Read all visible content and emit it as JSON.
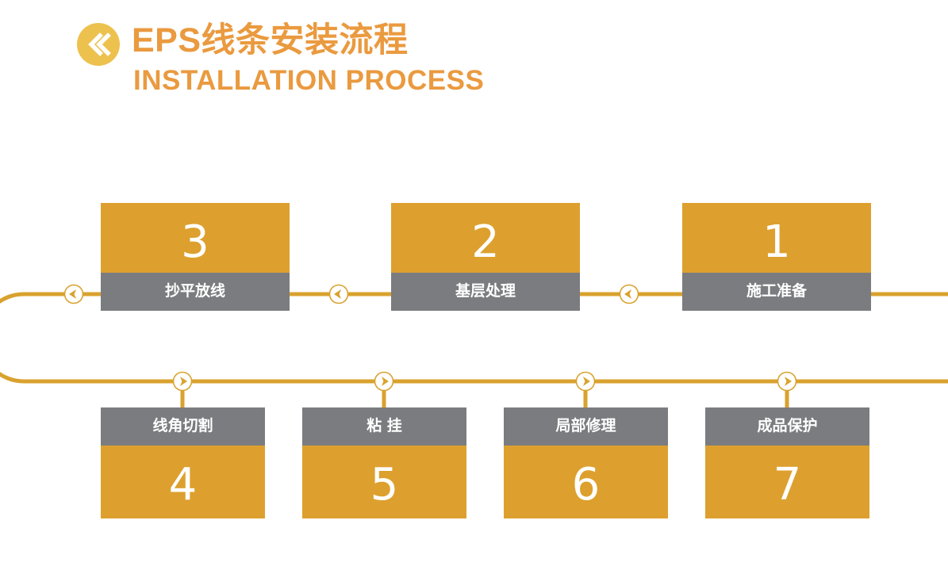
{
  "header": {
    "icon": "double-chevron-left-icon",
    "title_cn": "EPS线条安装流程",
    "title_en": "INSTALLATION PROCESS"
  },
  "colors": {
    "orange_fill": "#dda02e",
    "gray_fill": "#7b7c7f",
    "title_orange": "#ea9a3f",
    "line_orange": "#d9a22e",
    "icon_circle": "#edc14e",
    "text_white": "#ffffff",
    "background": "#ffffff"
  },
  "flow": {
    "top_row": [
      {
        "number": "3",
        "label": "抄平放线"
      },
      {
        "number": "2",
        "label": "基层处理"
      },
      {
        "number": "1",
        "label": "施工准备"
      }
    ],
    "bottom_row": [
      {
        "number": "4",
        "label": "线角切割"
      },
      {
        "number": "5",
        "label": "粘 挂"
      },
      {
        "number": "6",
        "label": "局部修理"
      },
      {
        "number": "7",
        "label": "成品保护"
      }
    ],
    "top_arrows": [
      {
        "name": "arrow-left-top-1",
        "direction": "left"
      },
      {
        "name": "arrow-left-top-2",
        "direction": "left"
      },
      {
        "name": "arrow-left-top-3",
        "direction": "left"
      }
    ],
    "bottom_arrows": [
      {
        "name": "arrow-right-bottom-1",
        "direction": "right"
      },
      {
        "name": "arrow-right-bottom-2",
        "direction": "right"
      },
      {
        "name": "arrow-right-bottom-3",
        "direction": "right"
      },
      {
        "name": "arrow-right-bottom-4",
        "direction": "right"
      }
    ]
  }
}
